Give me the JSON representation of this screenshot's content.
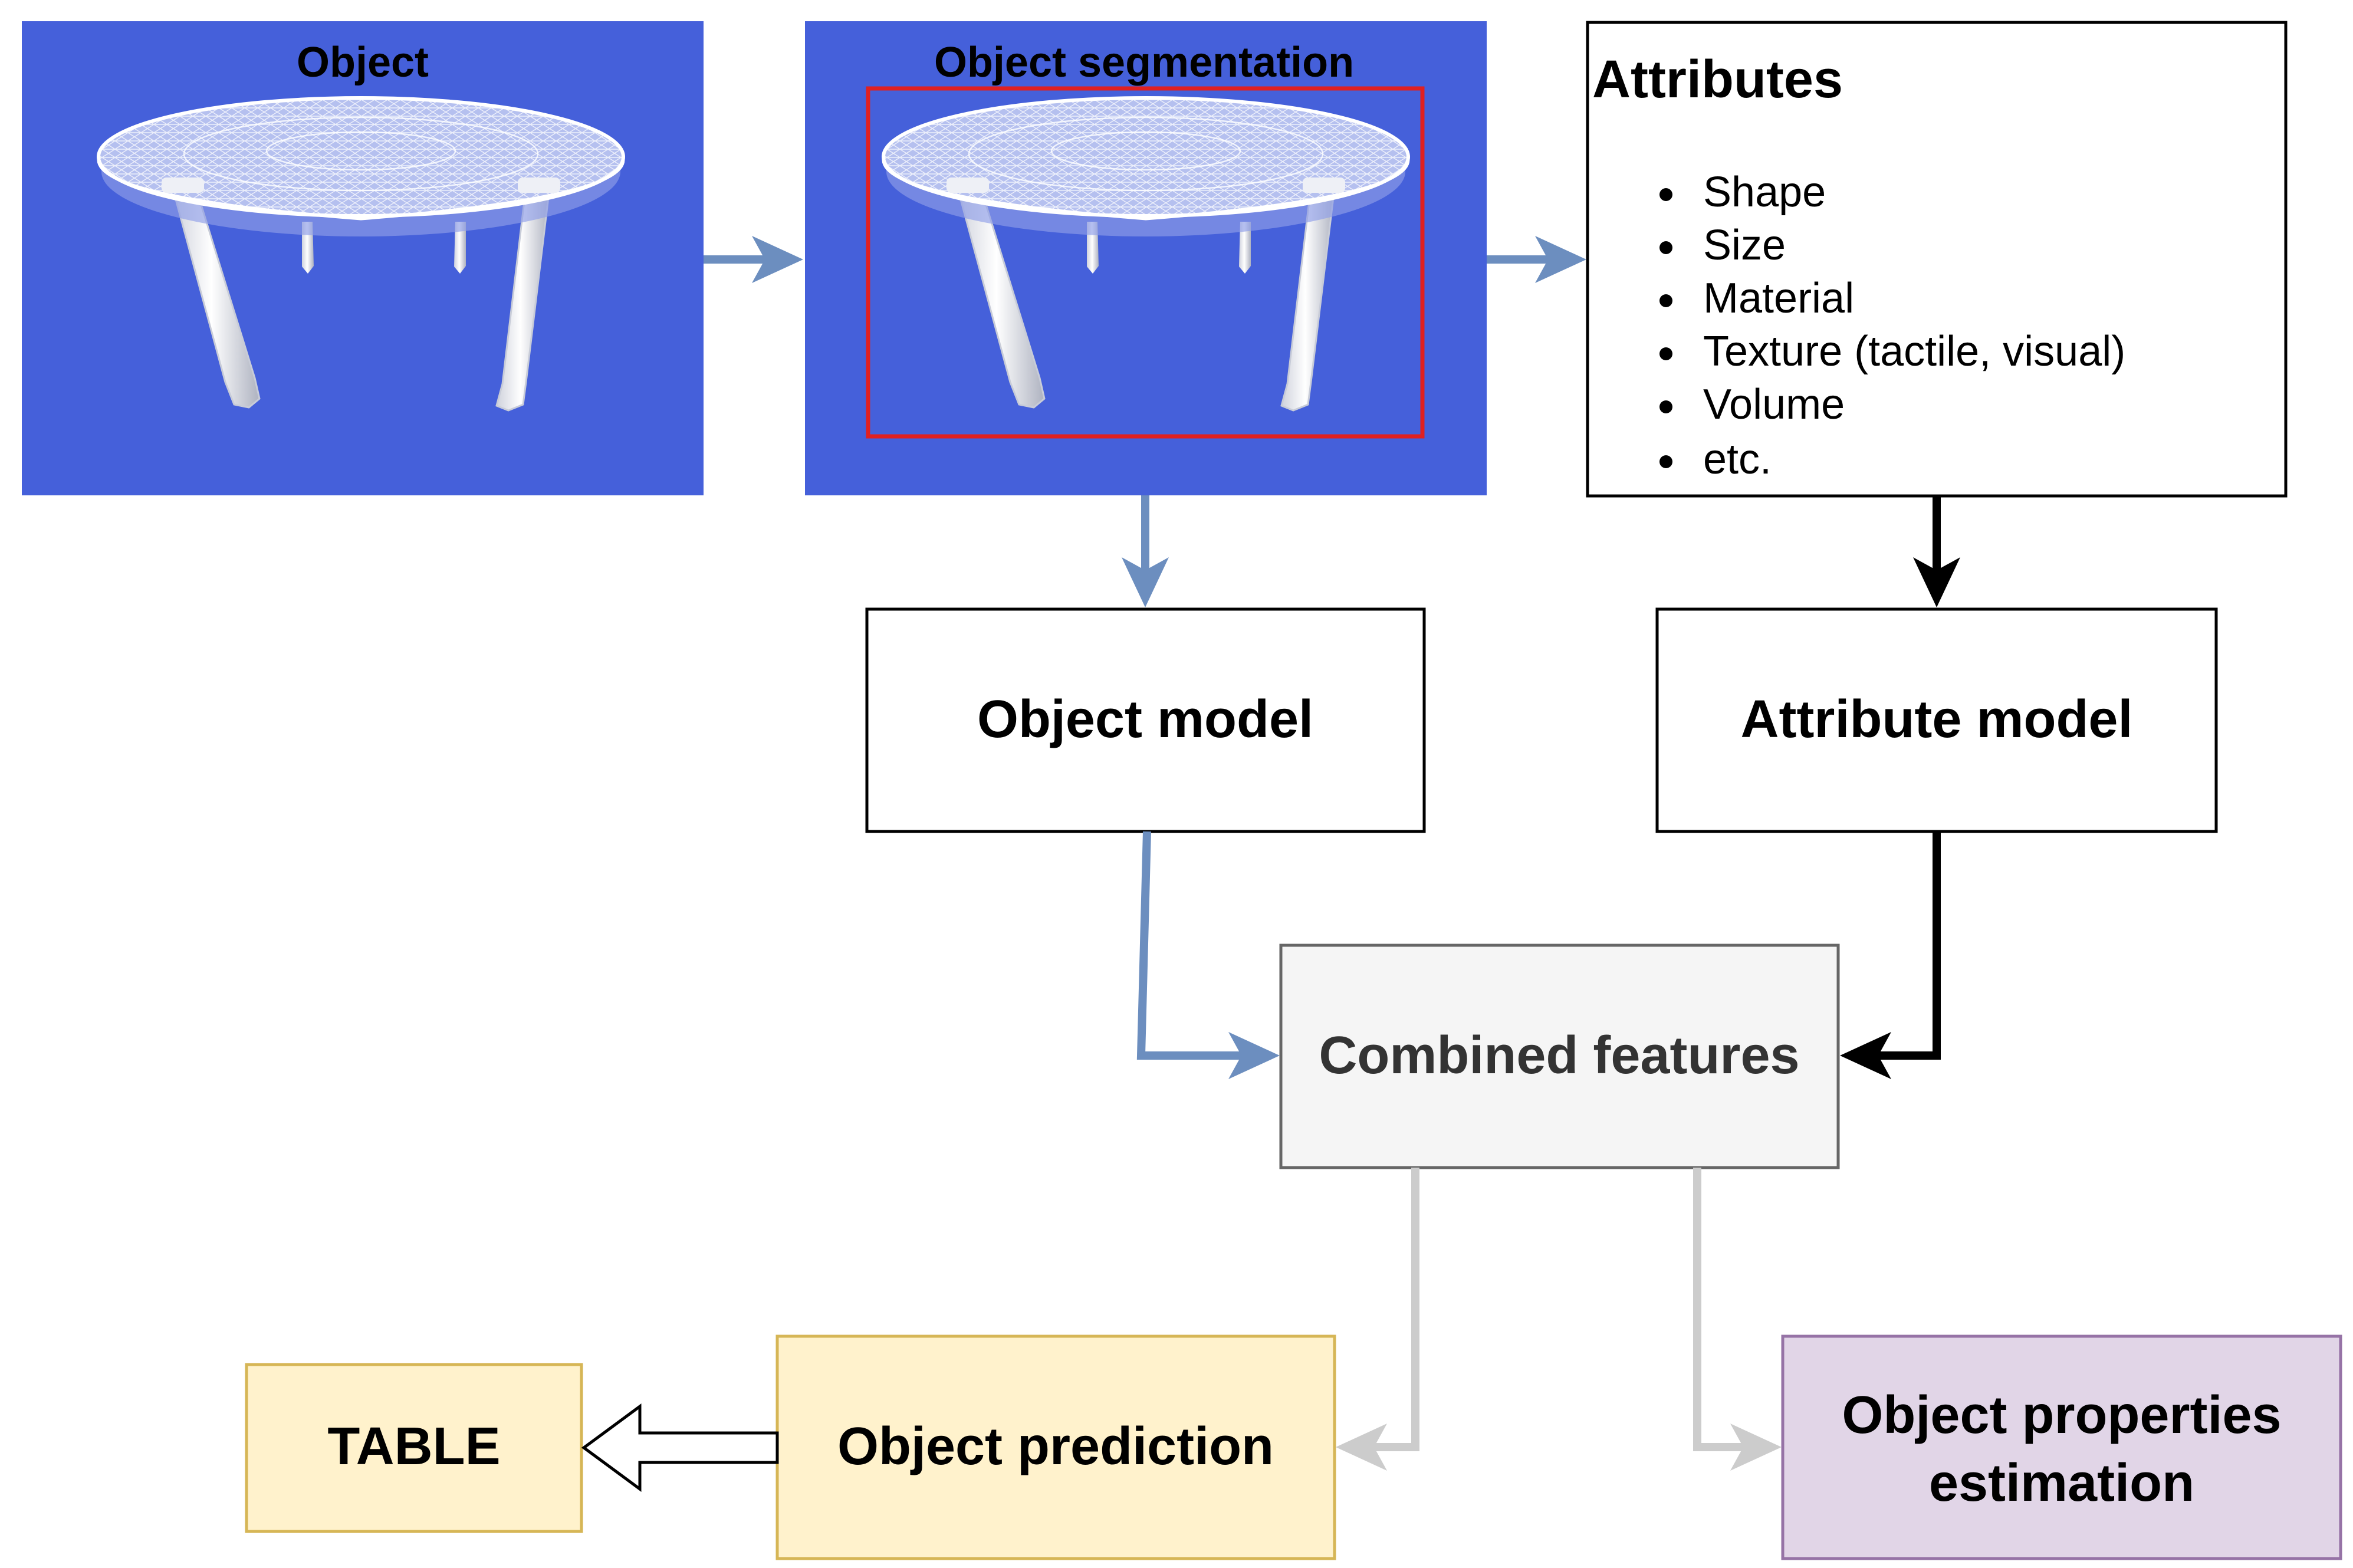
{
  "object_panel": {
    "title": "Object"
  },
  "segmentation_panel": {
    "title": "Object segmentation"
  },
  "attributes": {
    "title": "Attributes",
    "items": [
      "Shape",
      "Size",
      "Material",
      "Texture (tactile, visual)",
      "Volume",
      "etc."
    ]
  },
  "object_model": {
    "label": "Object model"
  },
  "attribute_model": {
    "label": "Attribute model"
  },
  "combined_features": {
    "label": "Combined features"
  },
  "object_prediction": {
    "label": "Object prediction"
  },
  "table_output": {
    "label": "TABLE"
  },
  "properties_estimation": {
    "line1": "Object properties",
    "line2": "estimation"
  },
  "colors": {
    "panel_blue": "#4560DA",
    "arrow_blue": "#6C8EBF",
    "arrow_gray": "#CCCCCC",
    "seg_box_red": "#E02020",
    "yellow_fill": "#FFF2CC",
    "yellow_stroke": "#D6B656",
    "purple_fill": "#E1D5E7",
    "purple_stroke": "#9673A6",
    "gray_fill": "#F5F5F5",
    "gray_stroke": "#666666"
  }
}
